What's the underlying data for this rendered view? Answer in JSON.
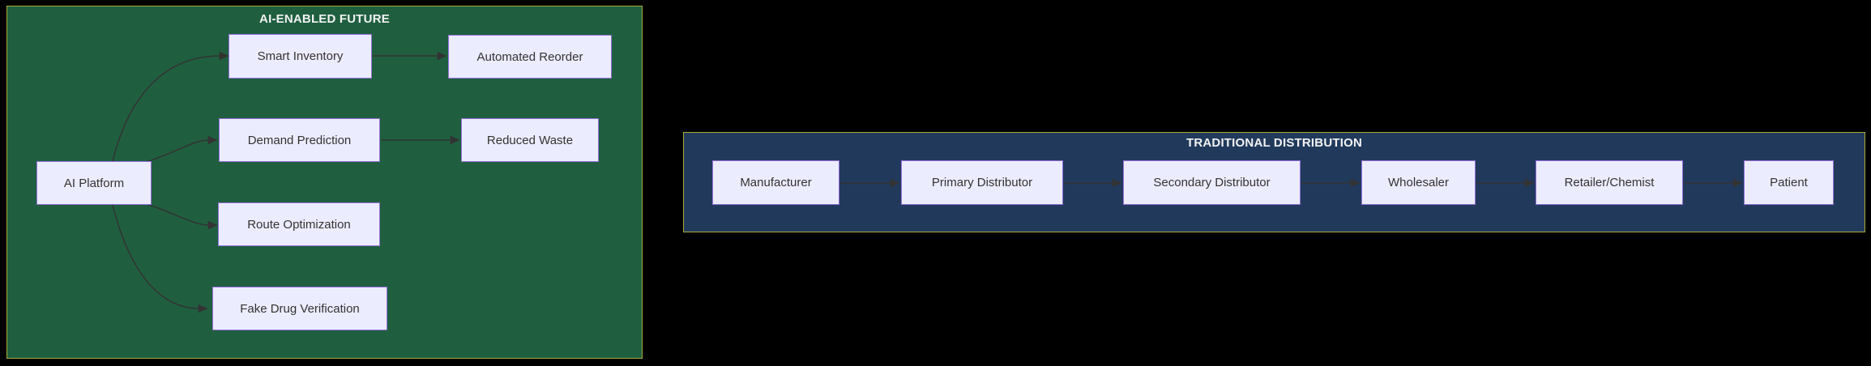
{
  "colors": {
    "background": "#000000",
    "cluster_ai_fill": "#1F5F40",
    "cluster_traditional_fill": "#213A5C",
    "cluster_border": "#A9A936",
    "node_fill": "#ECECFF",
    "node_border": "#9370DB",
    "node_text": "#333333",
    "edge": "#333333",
    "title_text": "#F2F2F2"
  },
  "clusters": [
    {
      "title": "AI-ENABLED FUTURE",
      "nodes": [
        {
          "id": "ai-platform",
          "label": "AI Platform"
        },
        {
          "id": "smart-inventory",
          "label": "Smart Inventory"
        },
        {
          "id": "automated-reorder",
          "label": "Automated Reorder"
        },
        {
          "id": "demand-prediction",
          "label": "Demand Prediction"
        },
        {
          "id": "reduced-waste",
          "label": "Reduced Waste"
        },
        {
          "id": "route-optimization",
          "label": "Route Optimization"
        },
        {
          "id": "fake-drug-verification",
          "label": "Fake Drug Verification"
        }
      ],
      "edges": [
        {
          "from": "AI Platform",
          "to": "Smart Inventory"
        },
        {
          "from": "AI Platform",
          "to": "Demand Prediction"
        },
        {
          "from": "AI Platform",
          "to": "Route Optimization"
        },
        {
          "from": "AI Platform",
          "to": "Fake Drug Verification"
        },
        {
          "from": "Smart Inventory",
          "to": "Automated Reorder"
        },
        {
          "from": "Demand Prediction",
          "to": "Reduced Waste"
        }
      ]
    },
    {
      "title": "TRADITIONAL DISTRIBUTION",
      "nodes": [
        {
          "id": "manufacturer",
          "label": "Manufacturer"
        },
        {
          "id": "primary-distributor",
          "label": "Primary Distributor"
        },
        {
          "id": "secondary-distributor",
          "label": "Secondary Distributor"
        },
        {
          "id": "wholesaler",
          "label": "Wholesaler"
        },
        {
          "id": "retailer-chemist",
          "label": "Retailer/Chemist"
        },
        {
          "id": "patient",
          "label": "Patient"
        }
      ],
      "edges": [
        {
          "from": "Manufacturer",
          "to": "Primary Distributor"
        },
        {
          "from": "Primary Distributor",
          "to": "Secondary Distributor"
        },
        {
          "from": "Secondary Distributor",
          "to": "Wholesaler"
        },
        {
          "from": "Wholesaler",
          "to": "Retailer/Chemist"
        },
        {
          "from": "Retailer/Chemist",
          "to": "Patient"
        }
      ]
    }
  ]
}
